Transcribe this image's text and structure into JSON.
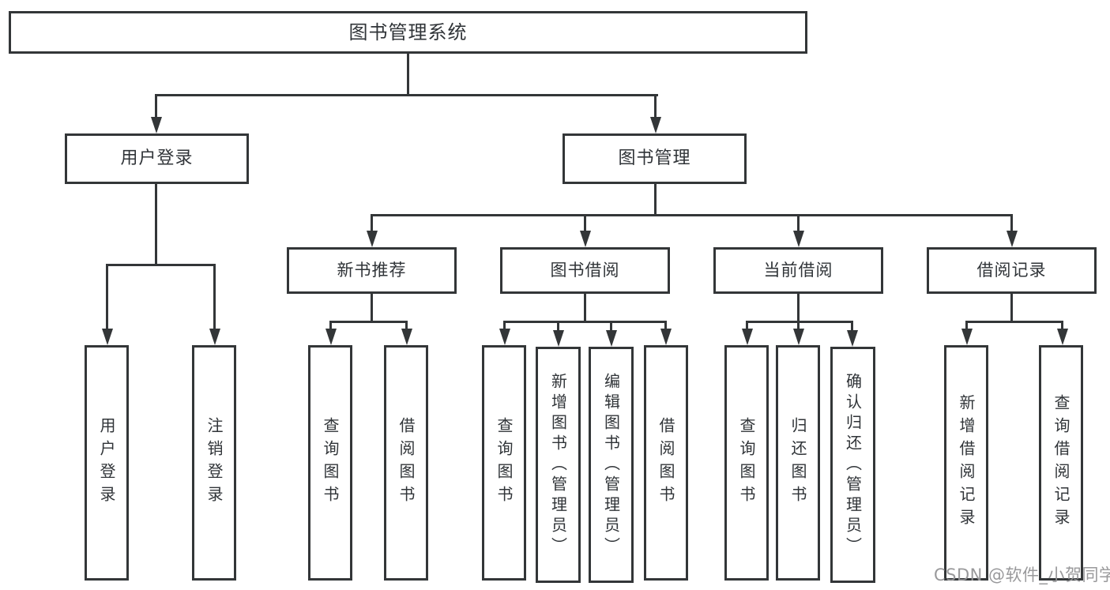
{
  "diagram": {
    "title_hint": "library-management-system-function-structure",
    "root": {
      "label": "图书管理系统"
    },
    "branches": [
      {
        "label": "用户登录",
        "children": [
          {
            "label": "用户登录"
          },
          {
            "label": "注销登录"
          }
        ]
      },
      {
        "label": "图书管理",
        "children": [
          {
            "label": "新书推荐",
            "children": [
              {
                "label": "查询图书"
              },
              {
                "label": "借阅图书"
              }
            ]
          },
          {
            "label": "图书借阅",
            "children": [
              {
                "label": "查询图书"
              },
              {
                "label": "新增图书（管理员）"
              },
              {
                "label": "编辑图书（管理员）"
              },
              {
                "label": "借阅图书"
              }
            ]
          },
          {
            "label": "当前借阅",
            "children": [
              {
                "label": "查询图书"
              },
              {
                "label": "归还图书"
              },
              {
                "label": "确认归还（管理员）"
              }
            ]
          },
          {
            "label": "借阅记录",
            "children": [
              {
                "label": "新增借阅记录"
              },
              {
                "label": "查询借阅记录"
              }
            ]
          }
        ]
      }
    ],
    "colors": {
      "line": "#333638",
      "text": "#303438",
      "background": "#ffffff",
      "watermark": "#949496"
    }
  },
  "watermark": {
    "text": "CSDN @软件_小贺同学"
  }
}
